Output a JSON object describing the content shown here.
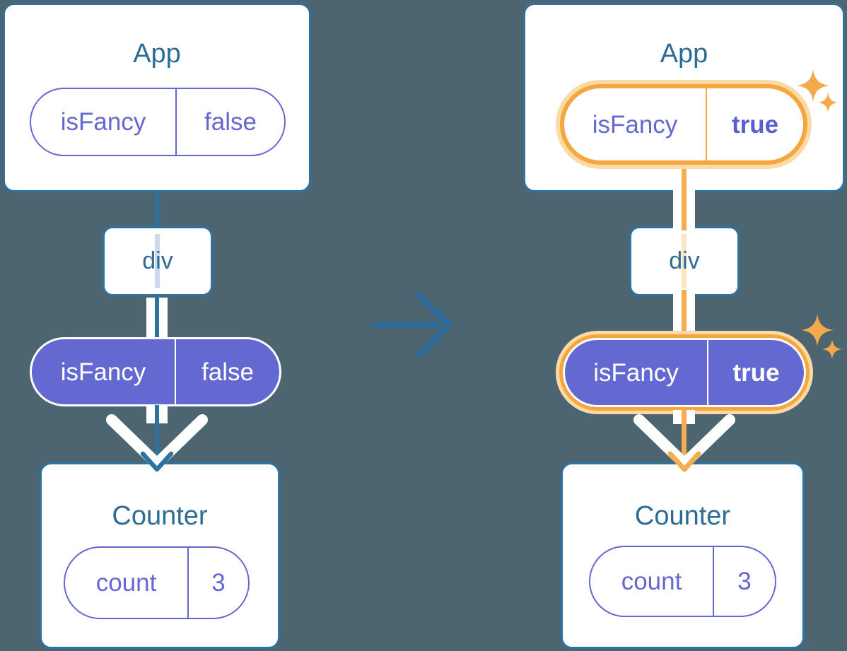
{
  "colors": {
    "background": "#4c6571",
    "card_border_teal": "#2e72a0",
    "title_text_teal": "#2d6c95",
    "purple": "#6469d2",
    "purple_bold_text": "#5a5fd0",
    "highlight_orange": "#f3a73e",
    "highlight_halo": "#fbdaa6",
    "flow_orange_line": "#f6ad4f",
    "pale_line_blue": "#ccd8ee",
    "pale_line_orange": "#fce3c1",
    "transition_arrow_teal": "#2b6d9e",
    "flow_arrow_white": "#ffffff"
  },
  "trees": [
    {
      "app": {
        "title": "App",
        "pill": {
          "name": "isFancy",
          "value": "false"
        }
      },
      "passthrough": {
        "label": "div",
        "pill": {
          "name": "isFancy",
          "value": "false"
        }
      },
      "counter": {
        "title": "Counter",
        "pill": {
          "name": "count",
          "value": "3"
        }
      }
    },
    {
      "app": {
        "title": "App",
        "pill": {
          "name": "isFancy",
          "value": "true"
        }
      },
      "passthrough": {
        "label": "div",
        "pill": {
          "name": "isFancy",
          "value": "true"
        }
      },
      "counter": {
        "title": "Counter",
        "pill": {
          "name": "count",
          "value": "3"
        }
      }
    }
  ]
}
